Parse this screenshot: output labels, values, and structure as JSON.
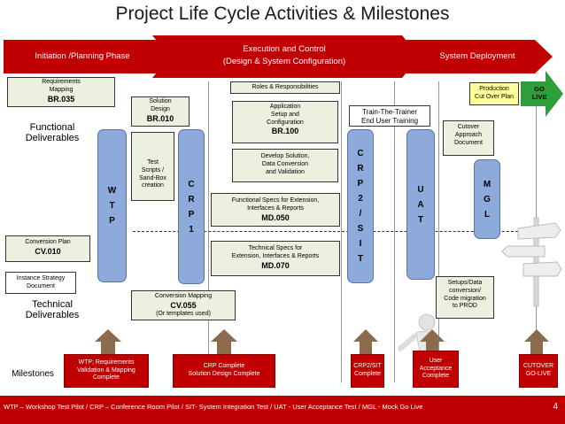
{
  "title": "Project Life Cycle Activities & Milestones",
  "phases": {
    "initiation": "Initiation /Planning Phase",
    "execution_line1": "Execution and Control",
    "execution_line2": "(Design & System Configuration)",
    "deployment": "System Deployment"
  },
  "rows": {
    "functional": "Functional Deliverables",
    "technical": "Technical Deliverables",
    "milestones": "Milestones"
  },
  "deliverables": {
    "requirements": {
      "line1": "Requirements",
      "line2": "Mapping",
      "code": "BR.035"
    },
    "solution": {
      "line1": "Solution",
      "line2": "Design",
      "code": "BR.010"
    },
    "roles": "Roles & Responsibilities",
    "application": {
      "line1": "Application",
      "line2": "Setup and",
      "line3": "Configuration",
      "code": "BR.100"
    },
    "test_scripts": {
      "line1": "Test",
      "line2": "Scripts /",
      "line3": "Sand-Box",
      "line4": "creation"
    },
    "develop": {
      "line1": "Develop Solution,",
      "line2": "Data Conversion",
      "line3": "and Validation"
    },
    "func_specs": {
      "line1": "Functional Specs for  Extension,",
      "line2": "Interfaces & Reports",
      "code": "MD.050"
    },
    "tech_specs": {
      "line1": "Technical Specs for",
      "line2": "Extension, Interfaces & Reports",
      "code": "MD.070"
    },
    "conversion_plan": {
      "line1": "Conversion Plan",
      "code": "CV.010"
    },
    "instance_strategy": {
      "line1": "Instance Strategy",
      "line2": "Document"
    },
    "conversion_mapping": {
      "line1": "Conversion Mapping",
      "code": "CV.055",
      "note": "(Or templates used)"
    },
    "train": {
      "line1": "Train-The-Trainer",
      "line2": "End User Training"
    },
    "cutover": {
      "line1": "Cutover",
      "line2": "Approach",
      "line3": "Document"
    },
    "setups": {
      "line1": "Setups/Data",
      "line2": "conversion/",
      "line3": "Code migration",
      "line4": "to PROD"
    },
    "production": {
      "line1": "Production",
      "line2": "Cut Over Plan"
    },
    "golive": {
      "line1": "GO",
      "line2": "LIVE"
    }
  },
  "stages": {
    "wtp": [
      "W",
      "T",
      "P"
    ],
    "crp1": [
      "C",
      "R",
      "P",
      "1"
    ],
    "crp2": [
      "C",
      "R",
      "P",
      "2",
      "/",
      "S",
      "I",
      "T"
    ],
    "uat": [
      "U",
      "A",
      "T"
    ],
    "mgl": [
      "M",
      "G",
      "L"
    ]
  },
  "milestones": {
    "wtp": [
      "WTP; Requirements",
      "Validation & Mapping",
      "Complete"
    ],
    "crp": [
      "CRP Complete",
      "Solution Design Complete"
    ],
    "crp2": [
      "CRP2/SIT",
      "Complete"
    ],
    "uat": [
      "User",
      "Acceptance",
      "Complete"
    ],
    "cutover": [
      "CUTOVER",
      "GO-LIVE"
    ]
  },
  "footer": {
    "legend": "WTP – Workshop Test Pilot / CRP – Conference Room Pilot / SIT- System Integration Test / UAT - User Acceptance Test / MGL - Mock Go Live",
    "page": "4"
  },
  "colors": {
    "banner": "#c00000",
    "pill": "#8eaadb",
    "golive": "#2e9e3a",
    "milestone_arrow": "#8b6a4e"
  }
}
